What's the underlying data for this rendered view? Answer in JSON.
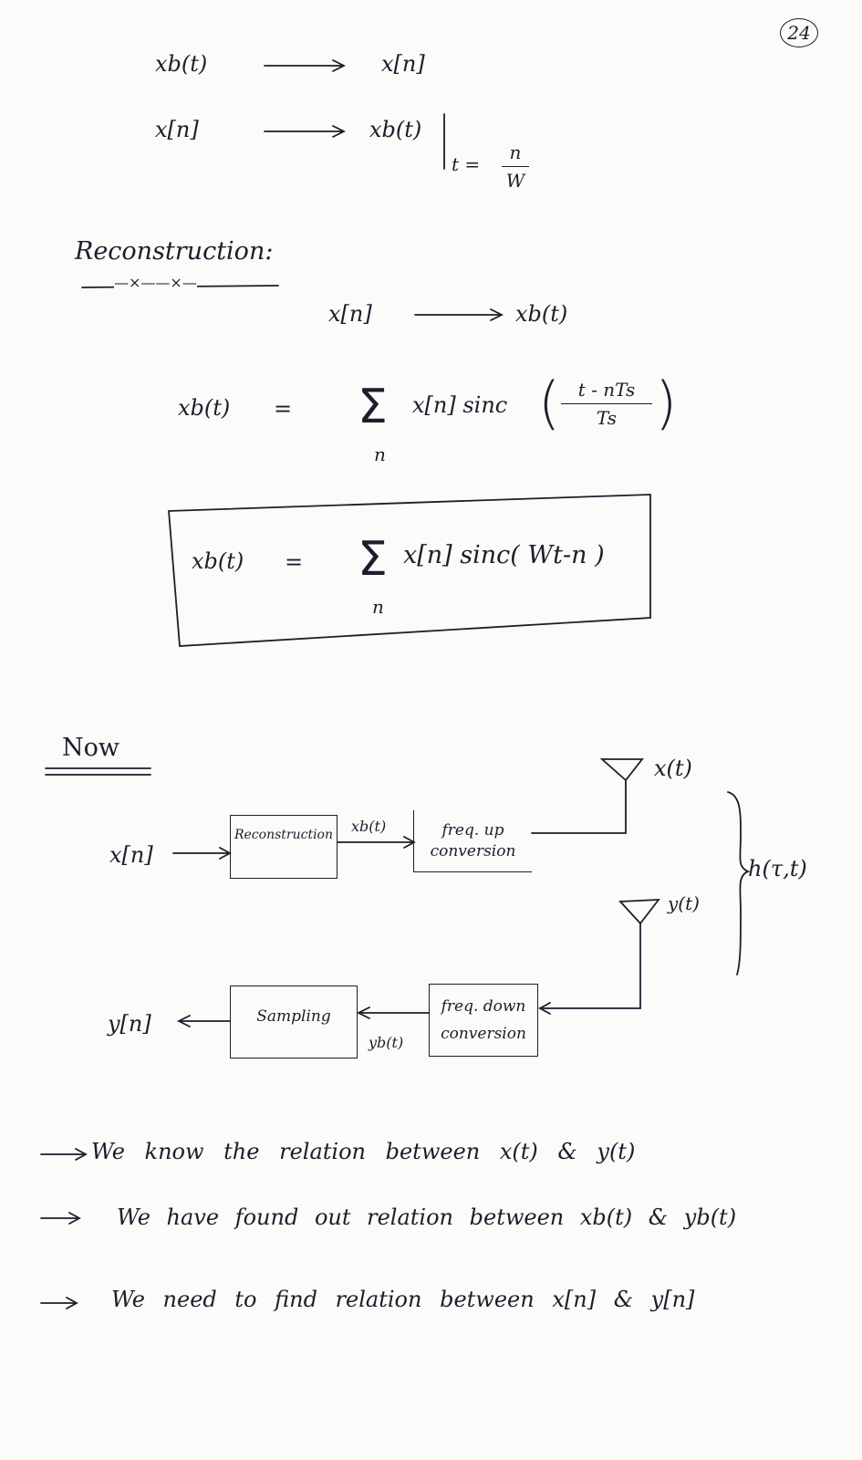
{
  "page_number": "24",
  "mapping": {
    "row1_left": "xb(t)",
    "row1_right": "x[n]",
    "row2_left": "x[n]",
    "row2_right": "xb(t)",
    "row2_eval_lhs": "t =",
    "row2_eval_num": "n",
    "row2_eval_den": "W"
  },
  "reconstruction": {
    "heading": "Reconstruction:",
    "underline_marks": "—×——×—",
    "map_left": "x[n]",
    "map_right": "xb(t)"
  },
  "equation1": {
    "lhs": "xb(t)",
    "equals": "=",
    "sigma": "Σ",
    "sigma_sub": "n",
    "term": "x[n] sinc",
    "frac_num": "t - nTs",
    "frac_den": "Ts"
  },
  "equation2": {
    "lhs": "xb(t)",
    "equals": "=",
    "sigma": "Σ",
    "sigma_sub": "n",
    "term": "x[n] sinc( Wt-n )"
  },
  "now": {
    "heading": "Now",
    "input_label": "x[n]",
    "output_label": "y[n]",
    "blocks": {
      "reconstruction": "Reconstruction",
      "freq_up_line1": "freq. up",
      "freq_up_line2": "conversion",
      "sampling": "Sampling",
      "freq_down_line1": "freq. down",
      "freq_down_line2": "conversion"
    },
    "signals": {
      "xb": "xb(t)",
      "yb": "yb(t)",
      "x_t": "x(t)",
      "y_t": "y(t)",
      "channel": "h(τ,t)"
    }
  },
  "notes": [
    "We know the relation between x(t) & y(t)",
    "We have found out relation between xb(t) & yb(t)",
    "We need to find relation between x[n] & y[n]"
  ],
  "bullet_arrow": "→"
}
